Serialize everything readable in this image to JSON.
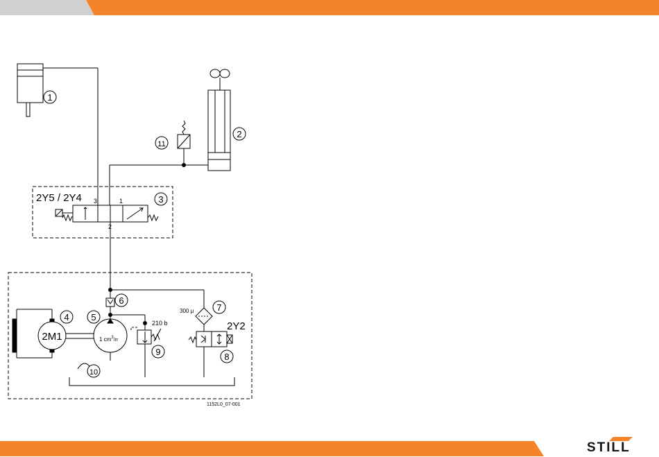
{
  "colors": {
    "accent": "#f5832a",
    "accent_light": "#cfcfcf",
    "ink": "#000000"
  },
  "components": {
    "c1": "1",
    "c2": "2",
    "c3": "3",
    "c4": "4",
    "c5": "5",
    "c6": "6",
    "c7": "7",
    "c8": "8",
    "c9": "9",
    "c10": "10",
    "c11": "11"
  },
  "valve": {
    "label": "2Y5 / 2Y4",
    "port3": "3",
    "port1": "1",
    "port2": "2"
  },
  "motor": {
    "label": "2M1"
  },
  "pump": {
    "label_main": "1 cm",
    "label_sup": "3",
    "label_tail": "/rr"
  },
  "relief": {
    "pressure": "210 b"
  },
  "filter": {
    "rating": "300 μ"
  },
  "solenoid8": {
    "label": "2Y2"
  },
  "drawing_ref": "1152L0_07-001",
  "logo": {
    "text": "STILL"
  }
}
